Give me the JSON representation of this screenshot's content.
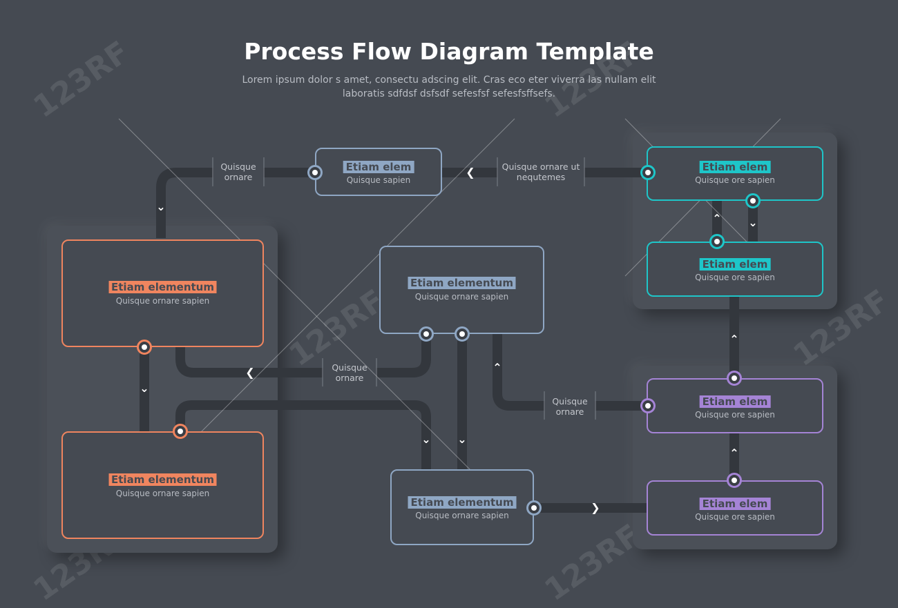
{
  "title": "Process Flow Diagram Template",
  "description": "Lorem ipsum dolor s amet, consectu adscing elit. Cras eco eter viverra las nullam elit laboratis sdfdsf dsfsdf sefesfsf sefesfsffsefs.",
  "colors": {
    "background": "#454a52",
    "orange": "#f0855f",
    "blue": "#8fa7c4",
    "teal": "#1ec6c9",
    "purple": "#a584d6",
    "wire": "#33373d"
  },
  "watermark": "123RF",
  "boxes": {
    "orange_top": {
      "title": "Etiam elementum",
      "subtitle": "Quisque ornare sapien"
    },
    "orange_bottom": {
      "title": "Etiam elementum",
      "subtitle": "Quisque ornare sapien"
    },
    "top_center": {
      "title": "Etiam elem",
      "subtitle": "Quisque sapien"
    },
    "center": {
      "title": "Etiam elementum",
      "subtitle": "Quisque ornare sapien"
    },
    "bottom_center": {
      "title": "Etiam elementum",
      "subtitle": "Quisque ornare sapien"
    },
    "teal_top": {
      "title": "Etiam elem",
      "subtitle": "Quisque ore sapien"
    },
    "teal_bottom": {
      "title": "Etiam elem",
      "subtitle": "Quisque ore sapien"
    },
    "purple_top": {
      "title": "Etiam elem",
      "subtitle": "Quisque ore sapien"
    },
    "purple_bottom": {
      "title": "Etiam elem",
      "subtitle": "Quisque ore sapien"
    }
  },
  "labels": {
    "top_left": "Quisque ornare",
    "top_right": "Quisque ornare ut nequtemes",
    "middle": "Quisque ornare",
    "right": "Quisque ornare"
  }
}
